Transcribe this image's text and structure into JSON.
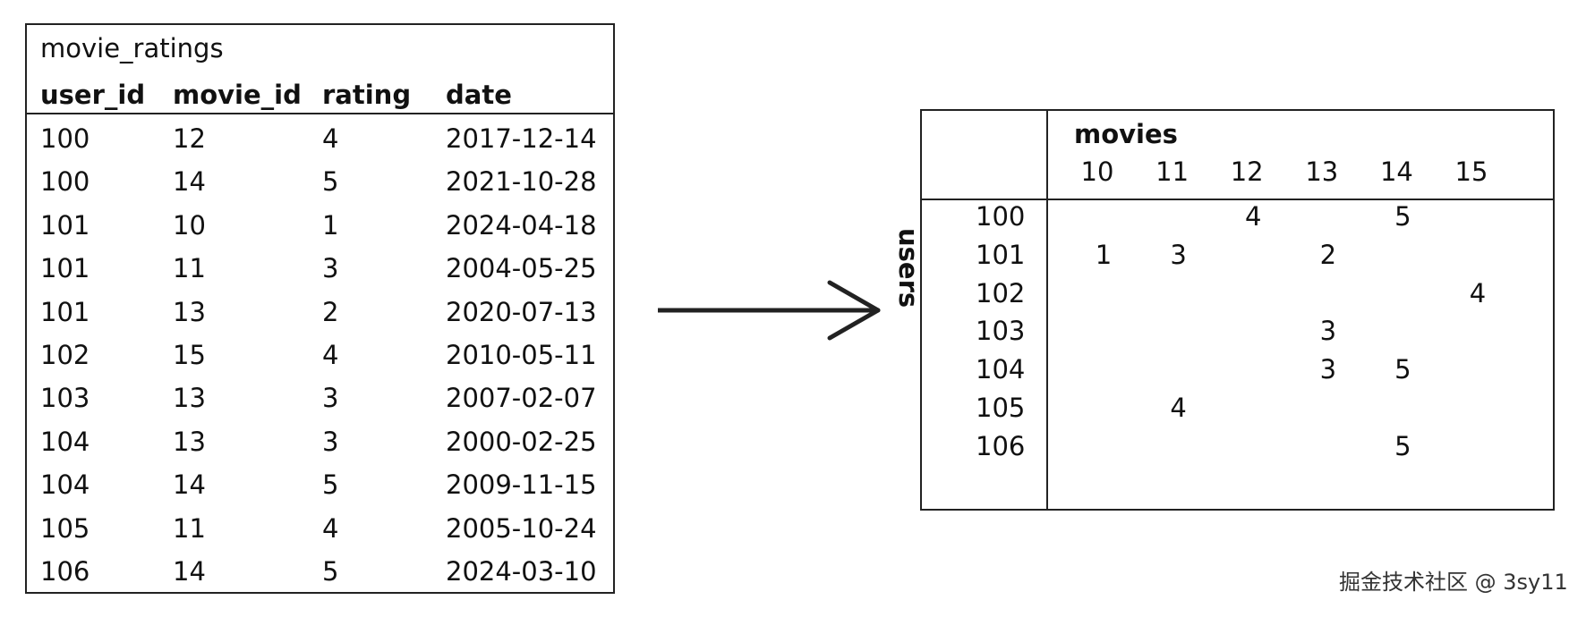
{
  "left_table": {
    "title": "movie_ratings",
    "columns": [
      "user_id",
      "movie_id",
      "rating",
      "date"
    ],
    "rows": [
      [
        "100",
        "12",
        "4",
        "2017-12-14"
      ],
      [
        "100",
        "14",
        "5",
        "2021-10-28"
      ],
      [
        "101",
        "10",
        "1",
        "2024-04-18"
      ],
      [
        "101",
        "11",
        "3",
        "2004-05-25"
      ],
      [
        "101",
        "13",
        "2",
        "2020-07-13"
      ],
      [
        "102",
        "15",
        "4",
        "2010-05-11"
      ],
      [
        "103",
        "13",
        "3",
        "2007-02-07"
      ],
      [
        "104",
        "13",
        "3",
        "2000-02-25"
      ],
      [
        "104",
        "14",
        "5",
        "2009-11-15"
      ],
      [
        "105",
        "11",
        "4",
        "2005-10-24"
      ],
      [
        "106",
        "14",
        "5",
        "2024-03-10"
      ]
    ]
  },
  "matrix": {
    "column_title": "movies",
    "row_title": "users",
    "columns": [
      "10",
      "11",
      "12",
      "13",
      "14",
      "15"
    ],
    "rows": [
      "100",
      "101",
      "102",
      "103",
      "104",
      "105",
      "106"
    ],
    "cells": [
      [
        "",
        "",
        "4",
        "",
        "5",
        ""
      ],
      [
        "1",
        "3",
        "",
        "2",
        "",
        ""
      ],
      [
        "",
        "",
        "",
        "",
        "",
        "4"
      ],
      [
        "",
        "",
        "",
        "3",
        "",
        ""
      ],
      [
        "",
        "",
        "",
        "3",
        "5",
        ""
      ],
      [
        "",
        "4",
        "",
        "",
        "",
        ""
      ],
      [
        "",
        "",
        "",
        "",
        "5",
        ""
      ]
    ]
  },
  "watermark": "掘金技术社区 @ 3sy11",
  "colors": {
    "line": "#222222",
    "text": "#111111",
    "background": "#ffffff"
  }
}
